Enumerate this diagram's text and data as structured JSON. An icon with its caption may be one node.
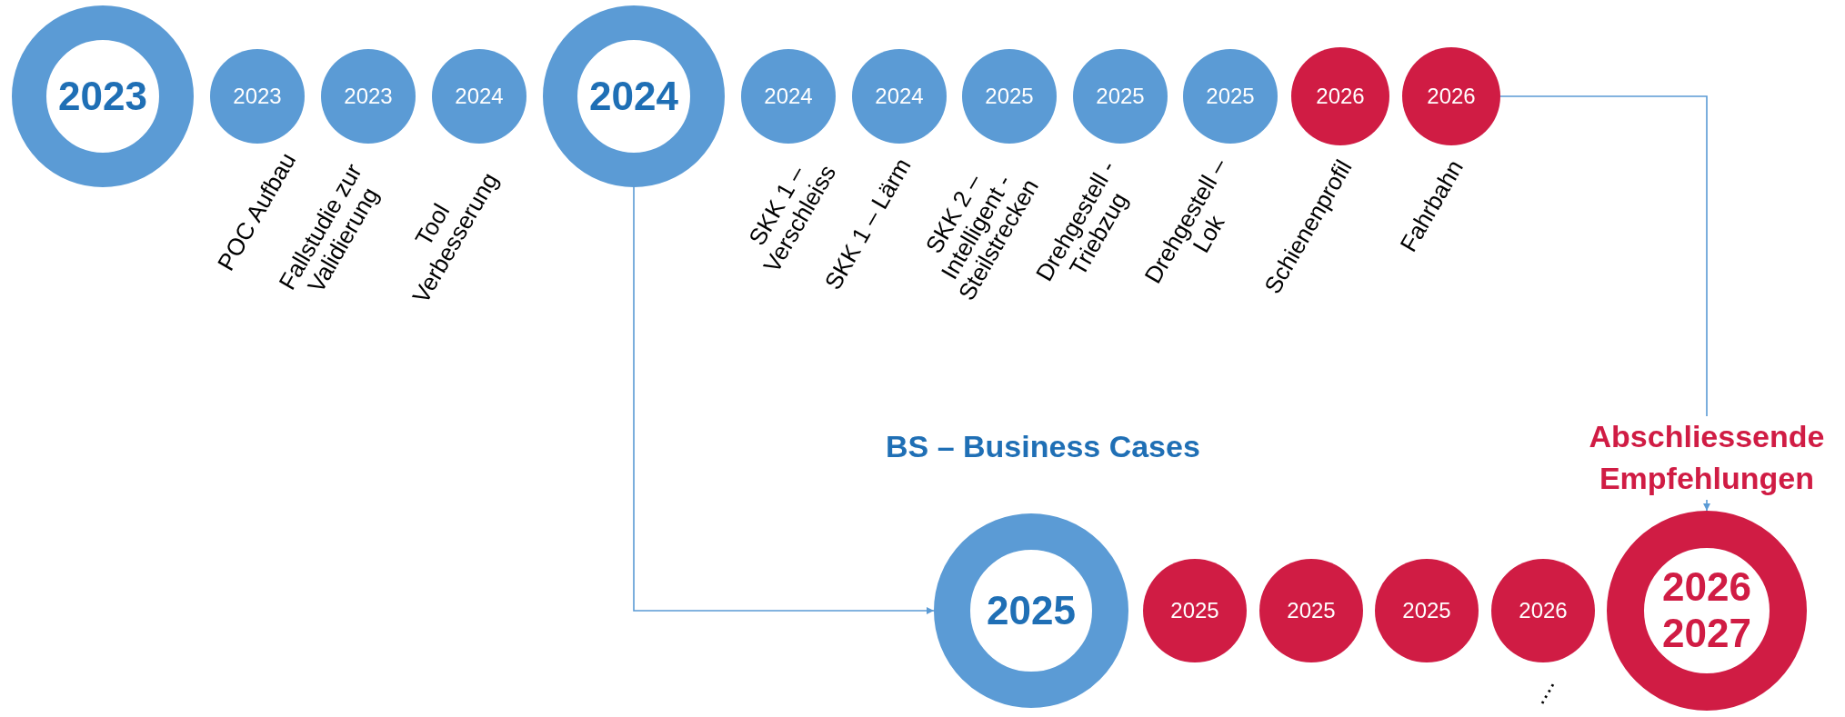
{
  "diagram": {
    "nodes": [
      {
        "text": [
          "2023"
        ]
      },
      {
        "text": [
          "2023"
        ],
        "beside": [
          "POC Aufbau"
        ]
      },
      {
        "text": [
          "2023"
        ],
        "beside": [
          "Fallstudie zur Validierung"
        ]
      },
      {
        "text": [
          "2024"
        ],
        "beside": [
          "Tool Verbesserung"
        ]
      },
      {
        "text": [
          "2024"
        ]
      },
      {
        "text": [
          "2024"
        ],
        "beside": [
          "SKK 1 – Verschleiss"
        ]
      },
      {
        "text": [
          "2024"
        ],
        "beside": [
          "SKK 1 – Lärm"
        ]
      },
      {
        "text": [
          "2025"
        ],
        "beside": [
          "SKK 2 – Intelligent - Steilstrecken"
        ]
      },
      {
        "text": [
          "2025"
        ],
        "beside": [
          "Drehgestell - Triebzug"
        ]
      },
      {
        "text": [
          "2025"
        ],
        "beside": [
          "Drehgestell – Lok"
        ]
      },
      {
        "text": [
          "2026"
        ],
        "beside": [
          "Schienenprofil"
        ]
      },
      {
        "text": [
          "2026"
        ],
        "beside": [
          "Fahrbahn"
        ]
      },
      {
        "text": [
          "2025"
        ]
      },
      {
        "text": [
          "2025"
        ]
      },
      {
        "text": [
          "2025"
        ]
      },
      {
        "text": [
          "2025"
        ]
      },
      {
        "text": [
          "2026"
        ],
        "beside": [
          "...."
        ]
      },
      {
        "text": [
          "2026 2027"
        ],
        "beside": [
          "Abschliessende Empfehlungen"
        ]
      }
    ],
    "edges": [
      {
        "from": 11,
        "to": 17,
        "arrow": "to"
      },
      {
        "from": 4,
        "to": 12,
        "arrow": "to"
      }
    ],
    "labels": [
      "BS – Business Cases"
    ]
  }
}
